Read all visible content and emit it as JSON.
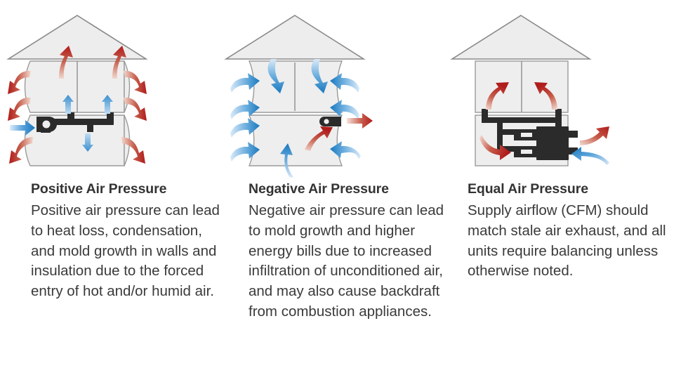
{
  "infographic": {
    "title_implied": "Air Pressure Types",
    "background_color": "#ffffff",
    "palette": {
      "roof_fill": "#ededed",
      "roof_stroke": "#8a8a8a",
      "wall_fill": "#eeeeee",
      "wall_stroke": "#9a9a9a",
      "duct_dark": "#2b2b2b",
      "red_deep": "#b01c1c",
      "red_light": "#f0cfc4",
      "blue_deep": "#1878be",
      "blue_light": "#cfe6f7",
      "heading_color": "#333333",
      "body_color": "#3a3a3a"
    }
  },
  "panels": [
    {
      "id": "positive",
      "heading": "Positive Air Pressure",
      "body": "Positive air pressure can lead to heat loss, condensation, and mold growth in walls and insulation due to the forced entry of hot and/or humid air.",
      "diagram": {
        "name": "positive-pressure-house",
        "wall_shape": "bulging-outward",
        "arrow_directions": "outward",
        "arrow_color_primary": "#b01c1c",
        "arrow_color_secondary": "#1878be",
        "equipment": "supply-air-handler-with-duct",
        "red_arrow_count": 8,
        "blue_arrow_count": 4
      }
    },
    {
      "id": "negative",
      "heading": "Negative Air Pressure",
      "body": "Negative air pressure can lead to mold growth and higher energy bills due to increased infiltration of unconditioned air, and may also cause backdraft from combustion appliances.",
      "diagram": {
        "name": "negative-pressure-house",
        "wall_shape": "concave-inward",
        "arrow_directions": "inward",
        "arrow_color_primary": "#1878be",
        "arrow_color_secondary": "#b01c1c",
        "equipment": "exhaust-fan",
        "blue_arrow_count": 9,
        "red_arrow_count": 2
      }
    },
    {
      "id": "equal",
      "heading": "Equal Air Pressure",
      "body": "Supply airflow (CFM) should match stale air exhaust, and all units require balancing unless otherwise noted.",
      "diagram": {
        "name": "equal-pressure-house",
        "wall_shape": "straight",
        "arrow_directions": "balanced",
        "equipment": "heat-recovery-ventilator-unit",
        "red_arrow_count": 4,
        "blue_arrow_count": 1
      }
    }
  ]
}
